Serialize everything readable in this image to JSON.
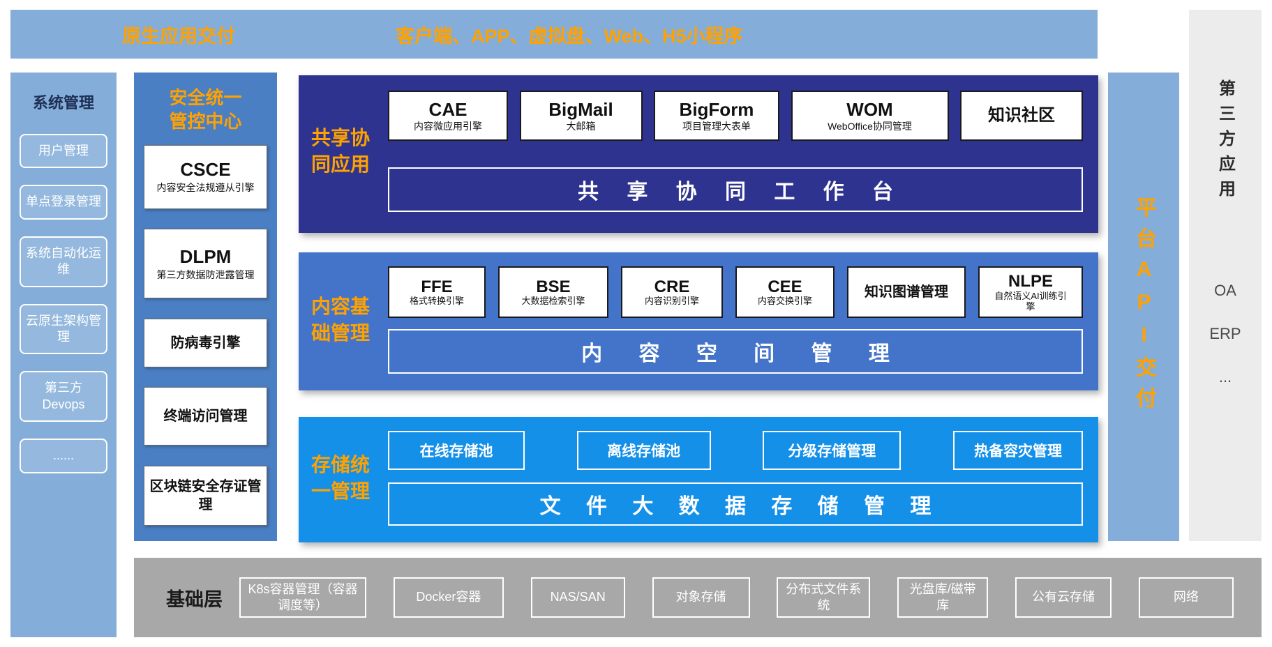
{
  "colors": {
    "light_blue": "#84AED9",
    "medium_blue": "#4A7FC4",
    "navy": "#2D338F",
    "section_blue": "#4374C9",
    "bright_blue": "#1590E9",
    "orange": "#FFA100",
    "infra_gray": "#A8A8A8",
    "panel_gray": "#ECECEC"
  },
  "top_bar": {
    "label": "原生应用交付",
    "channels": "客户端、APP、虚拟盘、Web、H5小程序"
  },
  "system_panel": {
    "title": "系统管理",
    "items": [
      "用户管理",
      "单点登录管理",
      "系统自动化运维",
      "云原生架构管理",
      "第三方Devops",
      "......"
    ]
  },
  "security_panel": {
    "title": "安全统一管控中心",
    "modules": [
      {
        "name": "CSCE",
        "desc": "内容安全法规遵从引擎"
      },
      {
        "name": "DLPM",
        "desc": "第三方数据防泄露管理"
      },
      {
        "name": "防病毒引擎",
        "desc": ""
      },
      {
        "name": "终端访问管理",
        "desc": ""
      },
      {
        "name": "区块链安全存证管理",
        "desc": ""
      }
    ]
  },
  "collab_section": {
    "label": "共享协同应用",
    "modules": [
      {
        "name": "CAE",
        "desc": "内容微应用引擎"
      },
      {
        "name": "BigMail",
        "desc": "大邮箱"
      },
      {
        "name": "BigForm",
        "desc": "项目管理大表单"
      },
      {
        "name": "WOM",
        "desc": "WebOffice协同管理"
      },
      {
        "name": "知识社区",
        "desc": ""
      }
    ],
    "platform_bar": "共 享 协 同 工 作 台"
  },
  "content_section": {
    "label": "内容基础管理",
    "modules": [
      {
        "name": "FFE",
        "desc": "格式转换引擎"
      },
      {
        "name": "BSE",
        "desc": "大数据检索引擎"
      },
      {
        "name": "CRE",
        "desc": "内容识别引擎"
      },
      {
        "name": "CEE",
        "desc": "内容交换引擎"
      },
      {
        "name": "知识图谱管理",
        "desc": ""
      },
      {
        "name": "NLPE",
        "desc": "自然语义AI训练引擎"
      }
    ],
    "platform_bar": "内 容 空 间 管 理"
  },
  "storage_section": {
    "label": "存储统一管理",
    "modules": [
      {
        "name": "在线存储池"
      },
      {
        "name": "离线存储池"
      },
      {
        "name": "分级存储管理"
      },
      {
        "name": "热备容灾管理"
      }
    ],
    "platform_bar": "文 件 大 数 据 存 储 管 理"
  },
  "api_panel": {
    "label": "平台API交付"
  },
  "third_party_panel": {
    "title": "第三方应用",
    "items": [
      "OA",
      "ERP",
      "..."
    ]
  },
  "infra_bar": {
    "label": "基础层",
    "items": [
      "K8s容器管理（容器调度等）",
      "Docker容器",
      "NAS/SAN",
      "对象存储",
      "分布式文件系统",
      "光盘库/磁带库",
      "公有云存储",
      "网络"
    ]
  }
}
